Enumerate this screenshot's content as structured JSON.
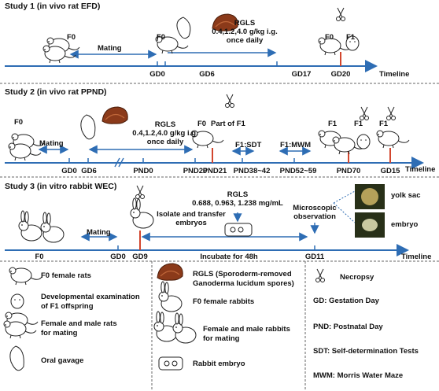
{
  "colors": {
    "timeline": "#2e6db4",
    "gavage": "#d2462e",
    "reishi": "#8b3a1a",
    "divider": "#666666"
  },
  "study1": {
    "title": "Study 1 (in vivo rat EFD)",
    "mating": "Mating",
    "f0_a": "F0",
    "f0_b": "F0",
    "f0_c": "F0",
    "f1": "F1",
    "ticks": [
      "GD0",
      "GD6",
      "GD17",
      "GD20"
    ],
    "rgls": "RGLS",
    "dose": "0.4,1.2,4.0 g/kg i.g.",
    "freq": "once daily",
    "timeline": "Timeline"
  },
  "study2": {
    "title": "Study 2 (in vivo rat PPND)",
    "mating": "Mating",
    "f0_a": "F0",
    "f0_b": "F0",
    "part_f1": "Part of F1",
    "f1_a": "F1",
    "f1_b": "F1",
    "f1_c": "F1",
    "rgls": "RGLS",
    "dose": "0.4,1.2,4.0 g/kg i.g.",
    "freq": "once daily",
    "sdt": "F1:SDT",
    "mwm": "F1:MWM",
    "ticks": [
      "GD0",
      "GD6",
      "PND0",
      "PND20",
      "PND21",
      "PND38~42",
      "PND52~59",
      "PND70",
      "GD15"
    ],
    "timeline": "Timeline"
  },
  "study3": {
    "title": "Study 3 (in vitro rabbit WEC)",
    "mating": "Mating",
    "rgls": "RGLS",
    "conc": "0.688, 0.963, 1.238 mg/mL",
    "isolate": "Isolate and transfer",
    "embryos": "embryos",
    "microscopic": "Microscopic",
    "observation": "observation",
    "yolk_sac": "yolk sac",
    "embryo": "embryo",
    "f0": "F0",
    "ticks": [
      "GD0",
      "GD9",
      "GD11"
    ],
    "incubate": "Incubate for 48h",
    "timeline": "Timeline"
  },
  "legend": {
    "f0_female_rats": "F0 female rats",
    "dev_exam_1": "Developmental examination",
    "dev_exam_2": "of F1 offspring",
    "rats_mating_1": "Female and male rats",
    "rats_mating_2": "for mating",
    "oral_gavage": "Oral gavage",
    "rgls_1": "RGLS (Sporoderm-removed",
    "rgls_2": "Ganoderma lucidum spores)",
    "f0_female_rabbits": "F0 female rabbits",
    "rabbits_mating_1": "Female and male rabbits",
    "rabbits_mating_2": "for mating",
    "rabbit_embryo": "Rabbit embryo",
    "necropsy": "Necropsy",
    "gd": "GD: Gestation Day",
    "pnd": "PND: Postnatal Day",
    "sdt": "SDT: Self-determination Tests",
    "mwm": "MWM: Morris Water Maze"
  }
}
